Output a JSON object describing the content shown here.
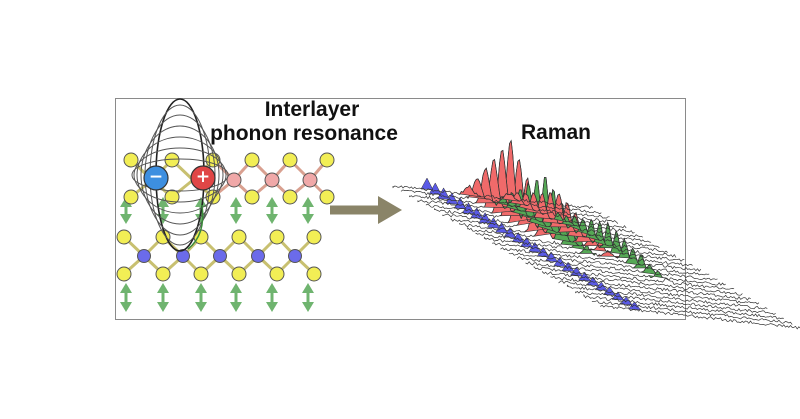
{
  "labels": {
    "interlayer": "Interlayer",
    "phonon_resonance": "phonon resonance",
    "raman": "Raman"
  },
  "charges": {
    "minus": "−",
    "plus": "+"
  },
  "icons": {
    "exciton_field": "concentric-ellipse-lines-icon",
    "arrow": "right-arrow-icon",
    "phonon_motion": "double-headed-vertical-arrow-icon"
  },
  "colors": {
    "yellow_atom": "#f2ee55",
    "blue_atom": "#6b6bea",
    "pink_atom": "#f0a8a8",
    "minus_charge": "#3d8fe0",
    "plus_charge": "#e04646",
    "phonon_arrow": "#6fb46f",
    "big_arrow": "#8a8468",
    "raman_red": "#f06a6a",
    "raman_green": "#55a855",
    "raman_blue": "#5a5ae6",
    "frame": "#8a8a8a"
  }
}
